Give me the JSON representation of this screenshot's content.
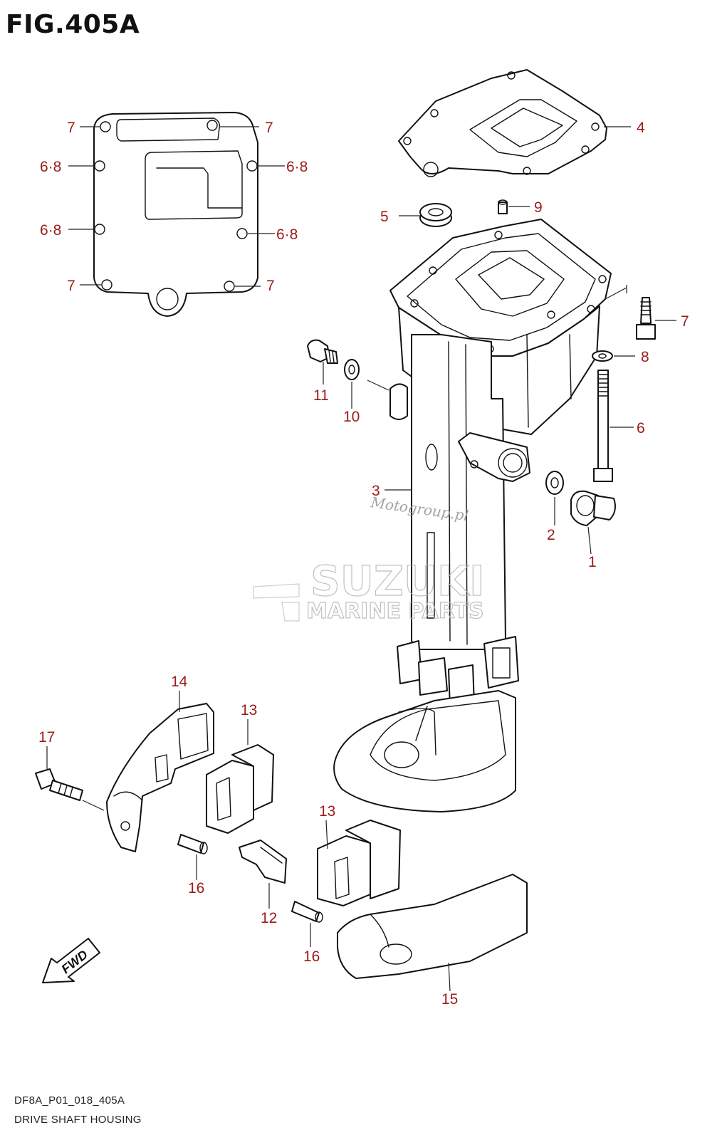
{
  "figure": {
    "title": "FIG.405A",
    "code": "DF8A_P01_018_405A",
    "name": "DRIVE SHAFT HOUSING"
  },
  "watermark": {
    "script": "Motogroup.pl",
    "brand": "SUZUKI",
    "sub": "MARINE PARTS"
  },
  "fwd_label": "FWD",
  "callouts": {
    "c1": "1",
    "c2": "2",
    "c3": "3",
    "c4": "4",
    "c5": "5",
    "c6": "6",
    "c7_housing": "7",
    "c8": "8",
    "c9": "9",
    "c10": "10",
    "c11": "11",
    "c12": "12",
    "c13_left": "13",
    "c13_right": "13",
    "c14": "14",
    "c15": "15",
    "c16_left": "16",
    "c16_right": "16",
    "c17": "17",
    "g7_tl": "7",
    "g7_tr": "7",
    "g68_l1": "6·8",
    "g68_r1": "6·8",
    "g68_l2": "6·8",
    "g68_r2": "6·8",
    "g7_bl": "7",
    "g7_br": "7"
  },
  "colors": {
    "callout": "#9b1b1b",
    "line": "#111111",
    "watermark": "#b9b9b9"
  }
}
